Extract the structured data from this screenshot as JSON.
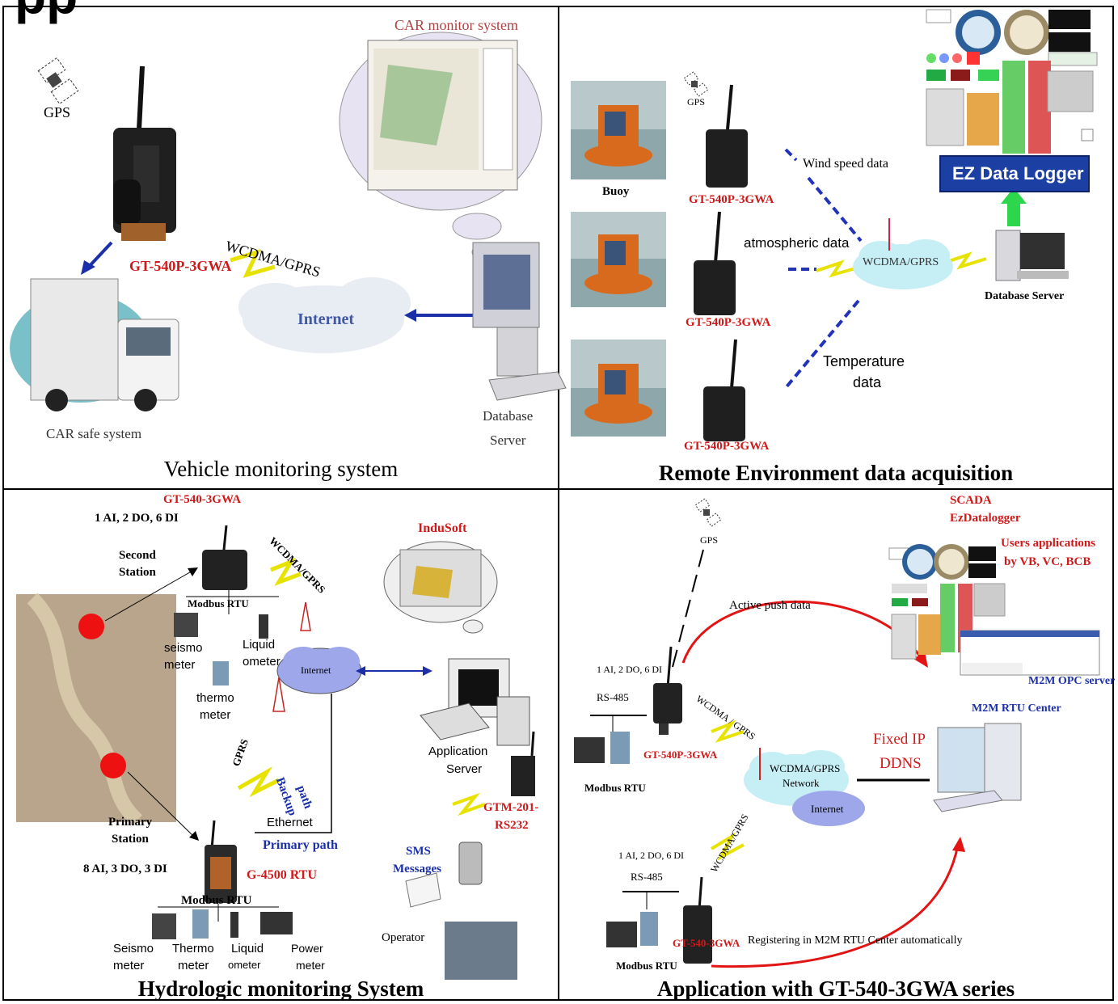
{
  "heading": "pp",
  "panels": {
    "vehicle": {
      "caption": "Vehicle monitoring system",
      "gps": "GPS",
      "cloud_title": "CAR monitor system",
      "device": "GT-540P-3GWA",
      "link": "WCDMA/GPRS",
      "internet": "Internet",
      "car": "CAR safe system",
      "db_line1": "Database",
      "db_line2": "Server"
    },
    "environment": {
      "caption": "Remote Environment data acquisition",
      "gps": "GPS",
      "buoy": "Buoy",
      "device": "GT-540P-3GWA",
      "wind": "Wind speed data",
      "atmos": "atmospheric data",
      "temp_line1": "Temperature",
      "temp_line2": "data",
      "network": "WCDMA/GPRS",
      "db": "Database Server",
      "logger": "EZ Data Logger"
    },
    "hydro": {
      "caption": "Hydrologic monitoring System",
      "device_top": "GT-540-3GWA",
      "io_top": "1 AI, 2 DO, 6 DI",
      "second_station_1": "Second",
      "second_station_2": "Station",
      "modbus_top": "Modbus RTU",
      "seismo_1": "seismo",
      "seismo_2": "meter",
      "liquid_1": "Liquid",
      "liquid_2": "ometer",
      "thermo_1": "thermo",
      "thermo_2": "meter",
      "wcdma": "WCDMA/GPRS",
      "internet": "Internet",
      "indusoft": "InduSoft",
      "app_server_1": "Application",
      "app_server_2": "Server",
      "gprs": "GPRS",
      "backup_1": "Backup",
      "backup_2": "path",
      "ethernet": "Ethernet",
      "primary_path": "Primary path",
      "primary_station_1": "Primary",
      "primary_station_2": "Station",
      "io_bottom": "8 AI, 3 DO, 3 DI",
      "rtu": "G-4500 RTU",
      "gtm_1": "GTM-201-",
      "gtm_2": "RS232",
      "sms_1": "SMS",
      "sms_2": "Messages",
      "modbus_bottom": "Modbus RTU",
      "b_seismo_1": "Seismo",
      "b_seismo_2": "meter",
      "b_thermo_1": "Thermo",
      "b_thermo_2": "meter",
      "b_liquid_1": "Liquid",
      "b_liquid_2": "ometer",
      "b_power_1": "Power",
      "b_power_2": "meter",
      "operator": "Operator"
    },
    "application": {
      "caption": "Application with GT-540-3GWA series",
      "gps": "GPS",
      "scada_1": "SCADA",
      "scada_2": "EzDatalogger",
      "users_1": "Users applications",
      "users_2": "by VB, VC, BCB",
      "active_push": "Active push data",
      "io_top": "1 AI, 2 DO, 6 DI",
      "rs485_top": "RS-485",
      "wcdma_top": "WCDMA / GPRS",
      "device_top": "GT-540P-3GWA",
      "modbus_top": "Modbus RTU",
      "m2m_opc": "M2M OPC server",
      "m2m_rtu": "M2M RTU Center",
      "fixed_ip": "Fixed IP",
      "ddns": "DDNS",
      "network_1": "WCDMA/GPRS",
      "network_2": "Network",
      "internet": "Internet",
      "wcdma_bottom": "WCDMA/GPRS",
      "io_bottom": "1 AI, 2 DO, 6 DI",
      "rs485_bottom": "RS-485",
      "device_bottom": "GT-540-3GWA",
      "registering": "Registering in M2M RTU Center automatically",
      "modbus_bottom": "Modbus RTU"
    }
  },
  "colors": {
    "red": "#d11919",
    "blue": "#1a2fa8",
    "grid": "#000000"
  }
}
